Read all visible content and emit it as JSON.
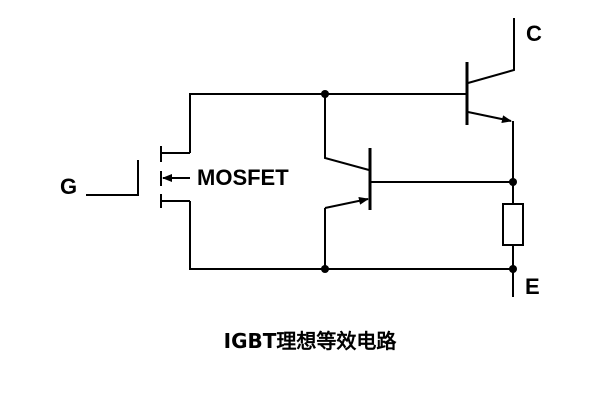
{
  "labels": {
    "gate": "G",
    "collector": "C",
    "emitter": "E",
    "mosfet": "MOSFET"
  },
  "caption": "IGBT理想等效电路",
  "colors": {
    "line": "#000000",
    "background": "#ffffff"
  }
}
